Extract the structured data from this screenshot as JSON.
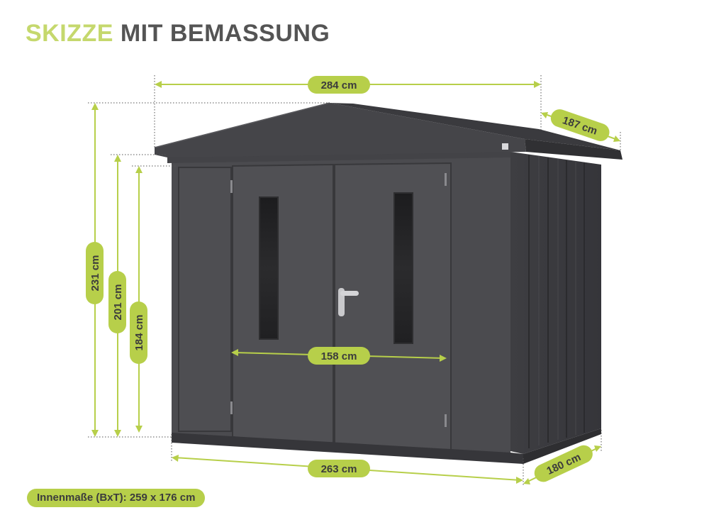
{
  "title": {
    "accent": "SKIZZE",
    "rest": "MIT BEMASSUNG"
  },
  "dimensions": {
    "total_width": "284 cm",
    "total_depth": "187 cm",
    "total_height": "231 cm",
    "wall_height": "201 cm",
    "door_height": "184 cm",
    "door_width": "158 cm",
    "base_width": "263 cm",
    "base_depth": "180 cm"
  },
  "inner_dimensions": "Innenmaße (BxT): 259 x 176 cm",
  "colors": {
    "accent": "#b7cf4a",
    "title_accent": "#c5d86d",
    "title_text": "#545454",
    "shed_body": "#4b4b4f",
    "shed_dark": "#333336"
  }
}
